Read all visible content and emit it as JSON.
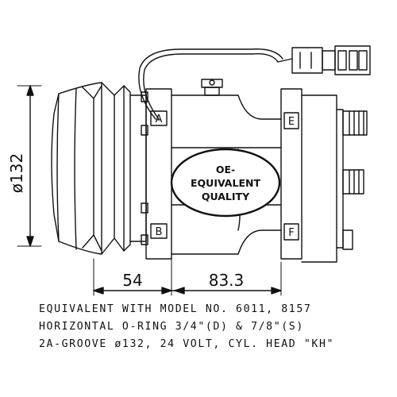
{
  "dimensions": {
    "diameter_label": "ø132",
    "clutch_width_label": "54",
    "body_length_label": "83.3"
  },
  "port_labels": {
    "a": "A",
    "b": "B",
    "e": "E",
    "f": "F"
  },
  "badge": {
    "line1": "OE-",
    "line2": "EQUIVALENT",
    "line3": "QUALITY"
  },
  "specs": {
    "line1": "EQUIVALENT WITH MODEL NO. 6011, 8157",
    "line2": "HORIZONTAL O-RING 3/4\"(D) & 7/8\"(S)",
    "line3": "2A-GROOVE ø132, 24 VOLT, CYL. HEAD \"KH\""
  }
}
